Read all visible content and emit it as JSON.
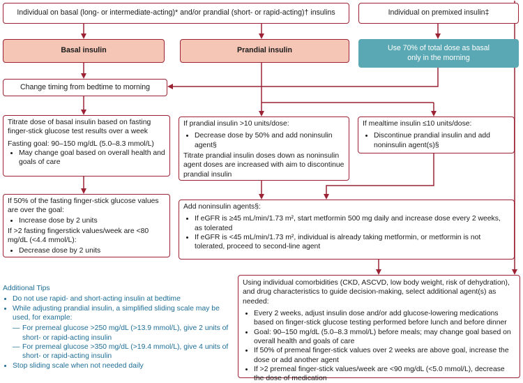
{
  "boxes": {
    "top_left": "Individual on basal (long- or intermediate-acting)* and/or prandial (short- or rapid-acting)† insulins",
    "top_right": "Individual on premixed insulin‡",
    "basal": "Basal insulin",
    "prandial": "Prandial insulin",
    "premixed_action": "Use 70% of total dose as basal only in the morning",
    "change_timing": "Change timing from bedtime to morning",
    "titrate": {
      "intro": "Titrate dose of basal insulin based on fasting finger-stick glucose test results over a week",
      "goal": "Fasting goal: 90–150 mg/dL (5.0–8.3 mmol/L)",
      "bullets": [
        "May change goal based on overall health and goals of care"
      ]
    },
    "prandial_gt10": {
      "intro": "If prandial insulin >10 units/dose:",
      "bullets": [
        "Decrease dose by 50% and add noninsulin agent§"
      ],
      "outro": "Titrate prandial insulin doses down as noninsulin agent doses are increased with aim to discontinue prandial insulin"
    },
    "mealtime_le10": {
      "intro": "If mealtime insulin ≤10 units/dose:",
      "bullets": [
        "Discontinue prandial insulin and add noninsulin agent(s)§"
      ]
    },
    "fasting_adjust": {
      "intro": "If 50% of the fasting finger-stick glucose values are over the goal:",
      "bullets1": [
        "Increase dose by 2 units"
      ],
      "mid": "If >2 fasting fingerstick values/week are <80 mg/dL (<4.4 mmol/L):",
      "bullets2": [
        "Decrease dose by 2 units"
      ]
    },
    "noninsulin": {
      "intro": "Add noninsulin agents§:",
      "bullets": [
        "If eGFR is ≥45 mL/min/1.73 m², start metformin 500 mg daily and increase dose every 2 weeks, as tolerated",
        "If eGFR is <45 mL/min/1.73 m², individual is already taking metformin, or metformin is not tolerated, proceed to second-line agent"
      ]
    },
    "final": {
      "intro": "Using individual comorbidities (CKD, ASCVD, low body weight, risk of dehydration), and drug characteristics to guide decision-making, select additional agent(s) as needed:",
      "bullets": [
        "Every 2 weeks, adjust insulin dose and/or add glucose-lowering medications based on finger-stick glucose testing performed before lunch and before dinner",
        "Goal: 90–150 mg/dL (5.0–8.3 mmol/L) before meals; may change goal based on overall health and goals of care",
        "If 50% of premeal finger-stick values over 2 weeks are above goal, increase the dose or add another agent",
        "If >2 premeal finger-stick values/week are <90 mg/dL (<5.0 mmol/L), decrease the dose of medication"
      ]
    }
  },
  "tips": {
    "title": "Additional Tips",
    "items": [
      "Do not use rapid- and short-acting insulin at bedtime",
      "While adjusting prandial insulin, a simplified sliding scale may be used, for example:",
      "Stop sliding scale when not needed daily"
    ],
    "subitems": [
      "For premeal glucose >250 mg/dL (>13.9 mmol/L), give 2 units of short- or rapid-acting insulin",
      "For premeal glucose >350 mg/dL (>19.4 mmol/L), give 4 units of short- or rapid-acting insulin"
    ]
  },
  "colors": {
    "arrow": "#9b2335",
    "salmon": "#f5c6b6",
    "teal": "#5aa8b3",
    "tips": "#1e6e96"
  }
}
